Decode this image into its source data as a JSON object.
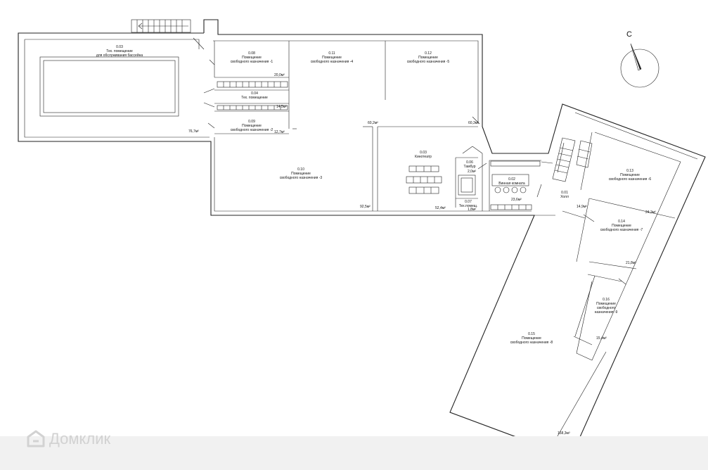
{
  "compass": {
    "letter": "С"
  },
  "watermark": {
    "text": "Домклик"
  },
  "rooms": [
    {
      "id": "r003",
      "number": "0.03",
      "name": [
        "Тех. помещение",
        "для обслуживания бассейна"
      ],
      "area": "76,7м²"
    },
    {
      "id": "r008",
      "number": "0.08",
      "name": [
        "Помещение",
        "свободного назначения -1"
      ],
      "area": "20,0м²"
    },
    {
      "id": "r004",
      "number": "0.04",
      "name": [
        "Тех. помещение"
      ],
      "area": "14,5м²"
    },
    {
      "id": "r009",
      "number": "0.09",
      "name": [
        "Помещение",
        "свободного назначения -2"
      ],
      "area": "12,7м²"
    },
    {
      "id": "r011",
      "number": "0.11",
      "name": [
        "Помещение",
        "свободного назначения -4"
      ],
      "area": "60,2м²"
    },
    {
      "id": "r012",
      "number": "0.12",
      "name": [
        "Помещение",
        "свободного назначения -5"
      ],
      "area": "60,3м²"
    },
    {
      "id": "r010",
      "number": "0.10",
      "name": [
        "Помещение",
        "свободного назначения -3"
      ],
      "area": "92,5м²"
    },
    {
      "id": "r003b",
      "number": "0.03",
      "name": [
        "Кинотеатр"
      ],
      "area": "52,4м²"
    },
    {
      "id": "r006",
      "number": "0.06",
      "name": [
        "Тамбур"
      ],
      "area": "2,0м²"
    },
    {
      "id": "r007",
      "number": "0.07",
      "name": [
        "Тех.помещ."
      ],
      "area": "1,8м²"
    },
    {
      "id": "r002",
      "number": "0.02",
      "name": [
        "Винная комната"
      ],
      "area": "23,6м²"
    },
    {
      "id": "r001",
      "number": "0.01",
      "name": [
        "Холл"
      ],
      "area": "14,9м²"
    },
    {
      "id": "r013",
      "number": "0.13",
      "name": [
        "Помещение",
        "свободного назначения -6"
      ],
      "area": "24,3м²"
    },
    {
      "id": "r014",
      "number": "0.14",
      "name": [
        "Помещение",
        "свободного назначения -7"
      ],
      "area": "21,8м²"
    },
    {
      "id": "r016",
      "number": "0.16",
      "name": [
        "Помещение",
        "свободного",
        "назначения -9"
      ],
      "area": "15,4м²"
    },
    {
      "id": "r015",
      "number": "0.15",
      "name": [
        "Помещение",
        "свободного назначения -8"
      ],
      "area": "158,3м²"
    }
  ]
}
